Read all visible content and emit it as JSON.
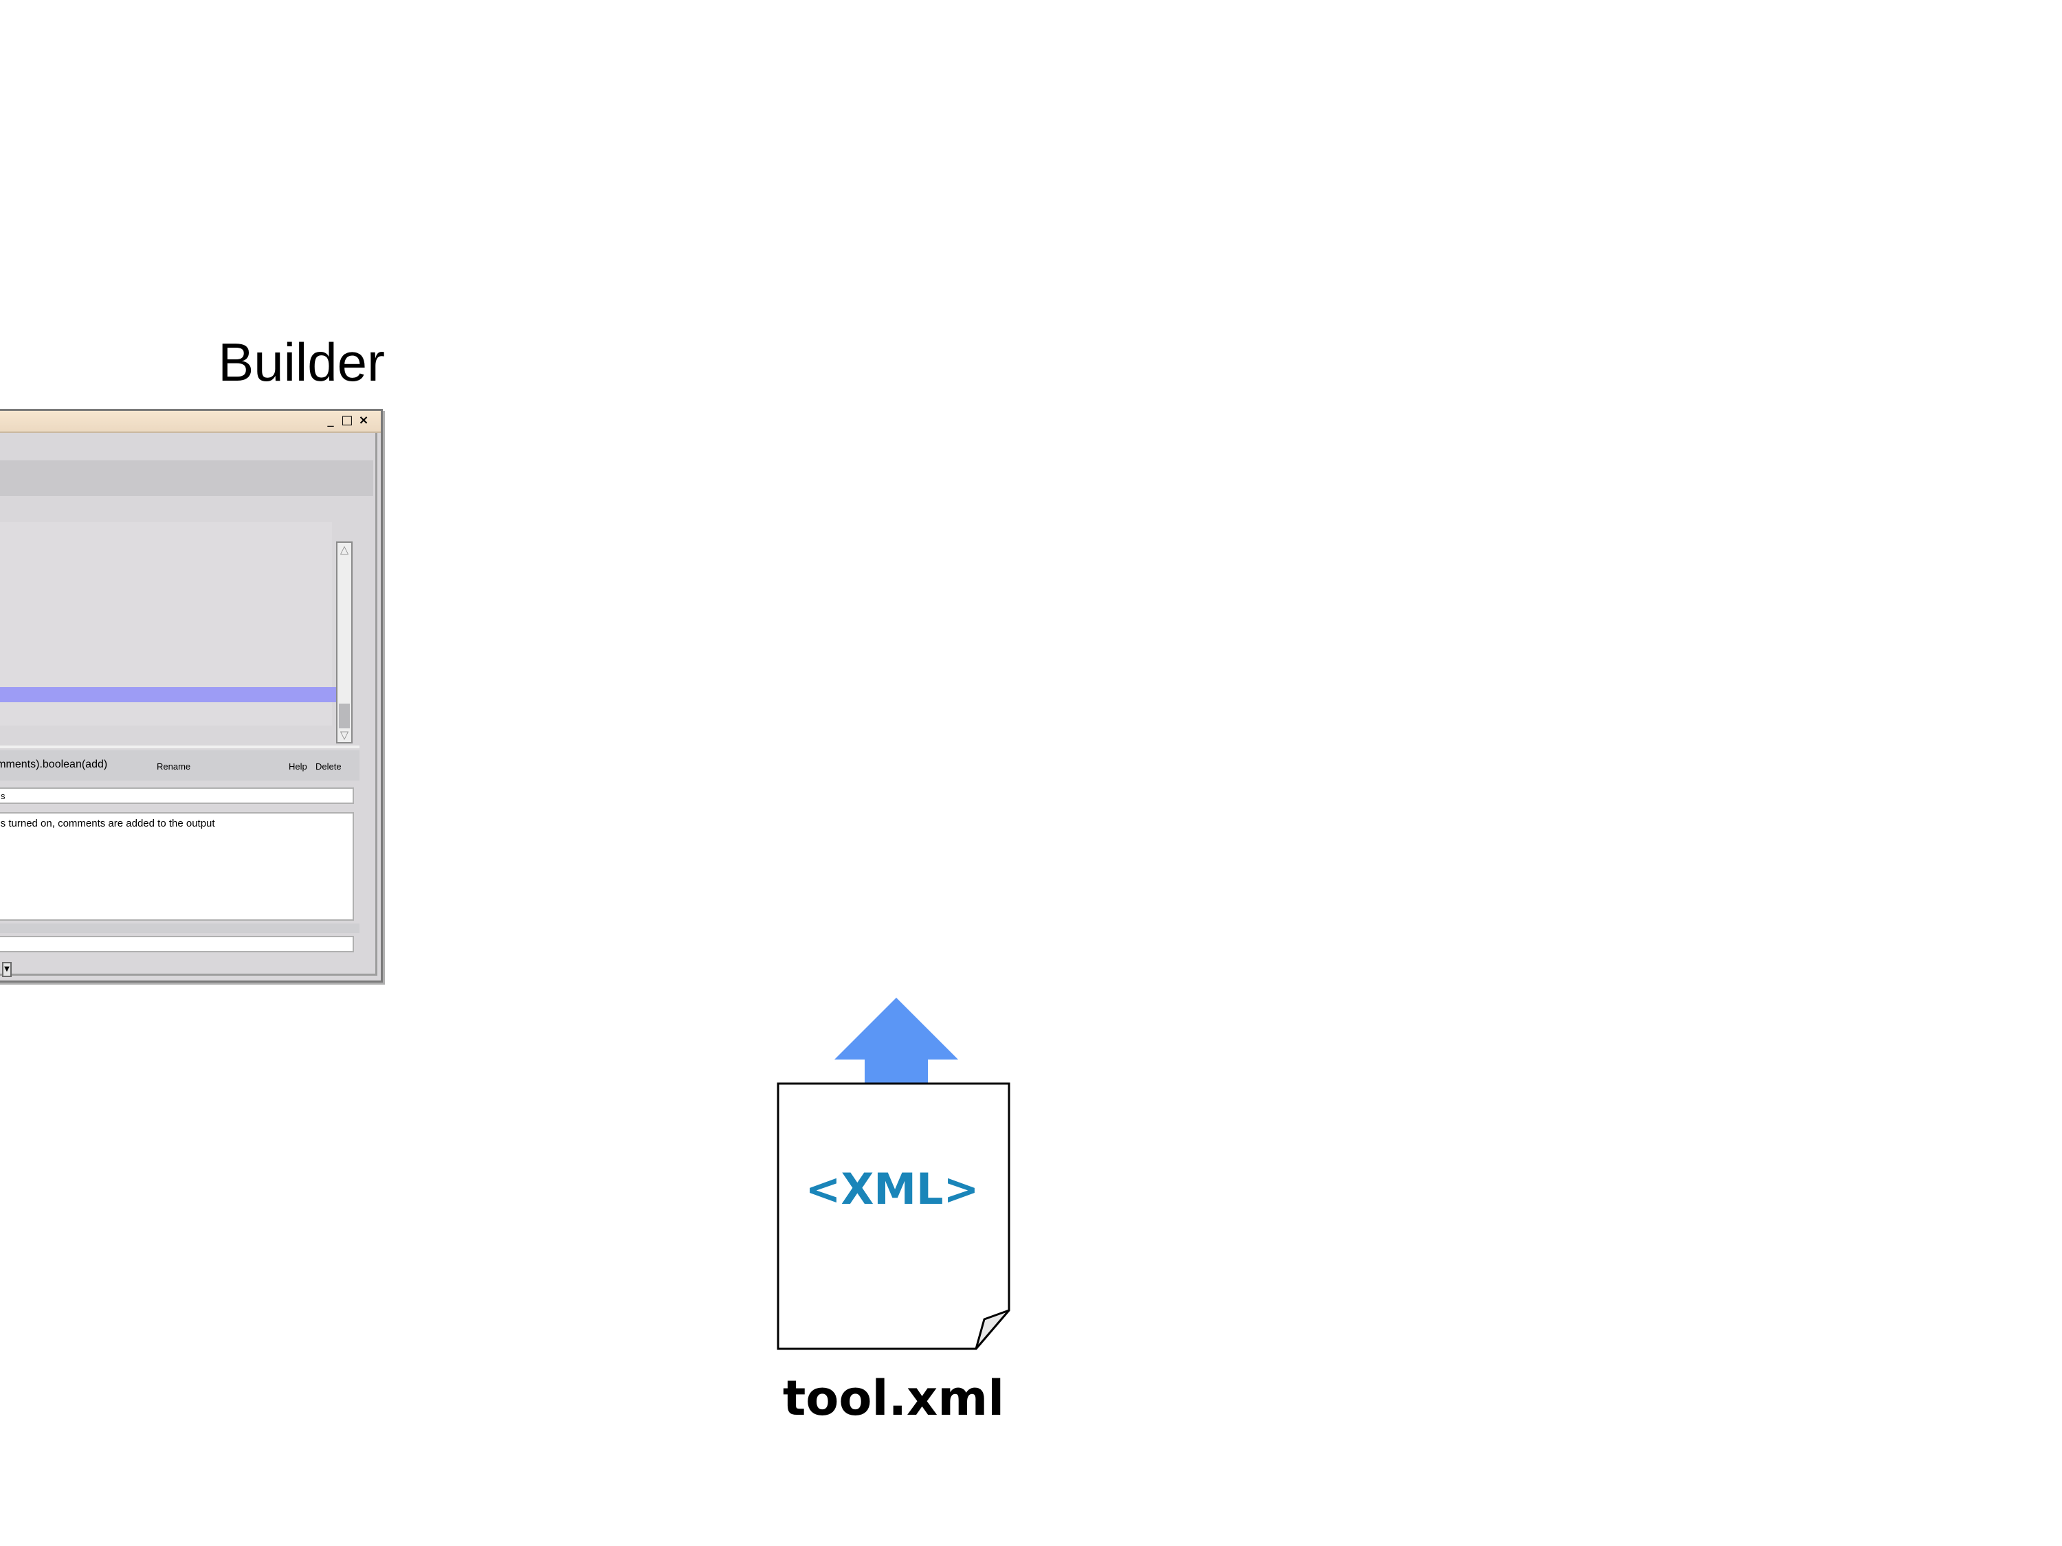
{
  "builder": {
    "title": "Builder"
  },
  "window": {
    "controls": {
      "minimize": "_",
      "maximize": "□",
      "close": "×"
    },
    "parameter_label": "(comments).boolean(add)",
    "rename_label": "Rename",
    "help_label": "Help",
    "delete_label": "Delete",
    "field_value": "s",
    "description": "tion is turned on, comments are added to the output",
    "scroll_up": "△",
    "scroll_down": "▽",
    "dropdown_glyph": "▼",
    "selection_color": "#9d9cf5"
  },
  "arrow": {
    "color": "#5b96f5",
    "icon": "up-arrow-icon"
  },
  "xml_file": {
    "tag": "<XML>",
    "tag_color": "#1a85b9",
    "filename": "tool.xml",
    "icon": "document-icon"
  }
}
